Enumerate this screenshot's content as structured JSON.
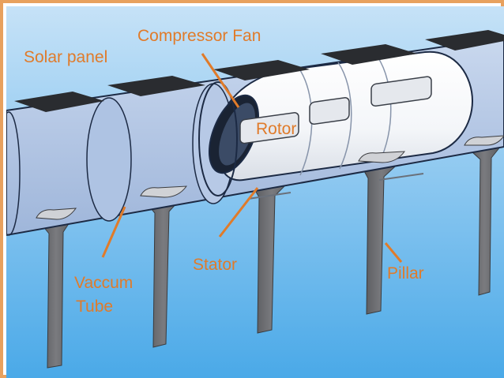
{
  "colors": {
    "label": "#e07b2a",
    "border": "#e8a15e",
    "sky_top": "#c6e2f7",
    "sky_bottom": "#4aa9e8",
    "tube": "#b5c9e6",
    "tube_edge": "#1c2a44",
    "pod": "#f7f8fa",
    "pillar": "#6b6c6f",
    "panel": "#2a2c30"
  },
  "labels": {
    "solar_panel": "Solar panel",
    "compressor_fan": "Compressor Fan",
    "rotor": "Rotor",
    "stator": "Stator",
    "vaccum": "Vaccum",
    "tube": "Tube",
    "pillar": "Pillar"
  },
  "icons": [
    "solar-panel-icon",
    "pillar-icon",
    "capsule-icon"
  ]
}
